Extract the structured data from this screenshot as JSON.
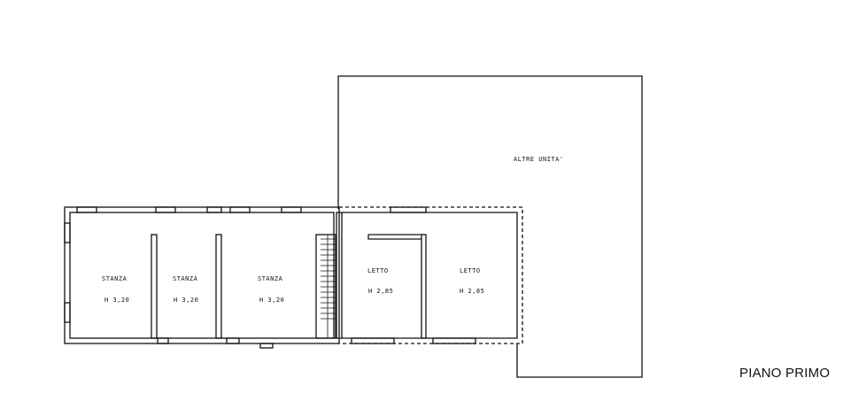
{
  "title": "PIANO PRIMO",
  "annex_label": "ALTRE UNITA'",
  "rooms": [
    {
      "name": "STANZA",
      "height": "H 3,20"
    },
    {
      "name": "STANZA",
      "height": "H 3,20"
    },
    {
      "name": "STANZA",
      "height": "H 3,20"
    },
    {
      "name": "LETTO",
      "height": "H 2,85"
    },
    {
      "name": "LETTO",
      "height": "H 2,85"
    }
  ],
  "colors": {
    "line": "#111111",
    "background": "#ffffff"
  }
}
